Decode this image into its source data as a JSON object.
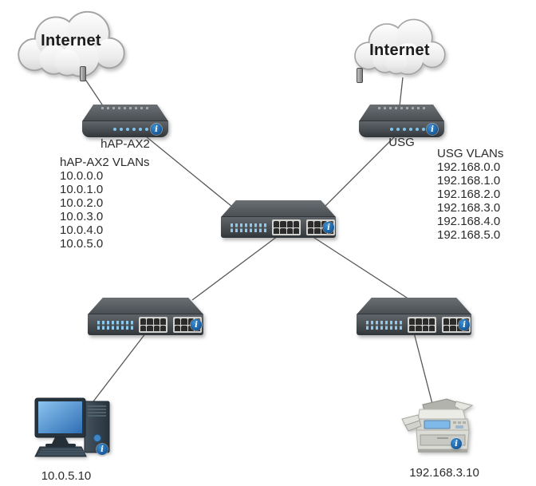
{
  "diagram": {
    "clouds": [
      {
        "label": "Internet"
      },
      {
        "label": "Internet"
      }
    ],
    "routers": [
      {
        "label": "hAP-AX2"
      },
      {
        "label": "USG"
      }
    ],
    "vlan_blocks": {
      "left": {
        "title": "hAP-AX2 VLANs",
        "items": [
          "10.0.0.0",
          "10.0.1.0",
          "10.0.2.0",
          "10.0.3.0",
          "10.0.4.0",
          "10.0.5.0"
        ]
      },
      "right": {
        "title": "USG VLANs",
        "items": [
          "192.168.0.0",
          "192.168.1.0",
          "192.168.2.0",
          "192.168.3.0",
          "192.168.4.0",
          "192.168.5.0"
        ]
      }
    },
    "endpoints": {
      "computer": {
        "label": "10.0.5.10"
      },
      "printer": {
        "label": "192.168.3.10"
      }
    },
    "icons": {
      "info_glyph": "i"
    },
    "colors": {
      "led_blue": "#7cc4ee",
      "info_badge_blue": "#15589a",
      "wire_gray": "#575757",
      "screen_blue": "#4a90d9",
      "device_gray": "#3c4146"
    }
  }
}
